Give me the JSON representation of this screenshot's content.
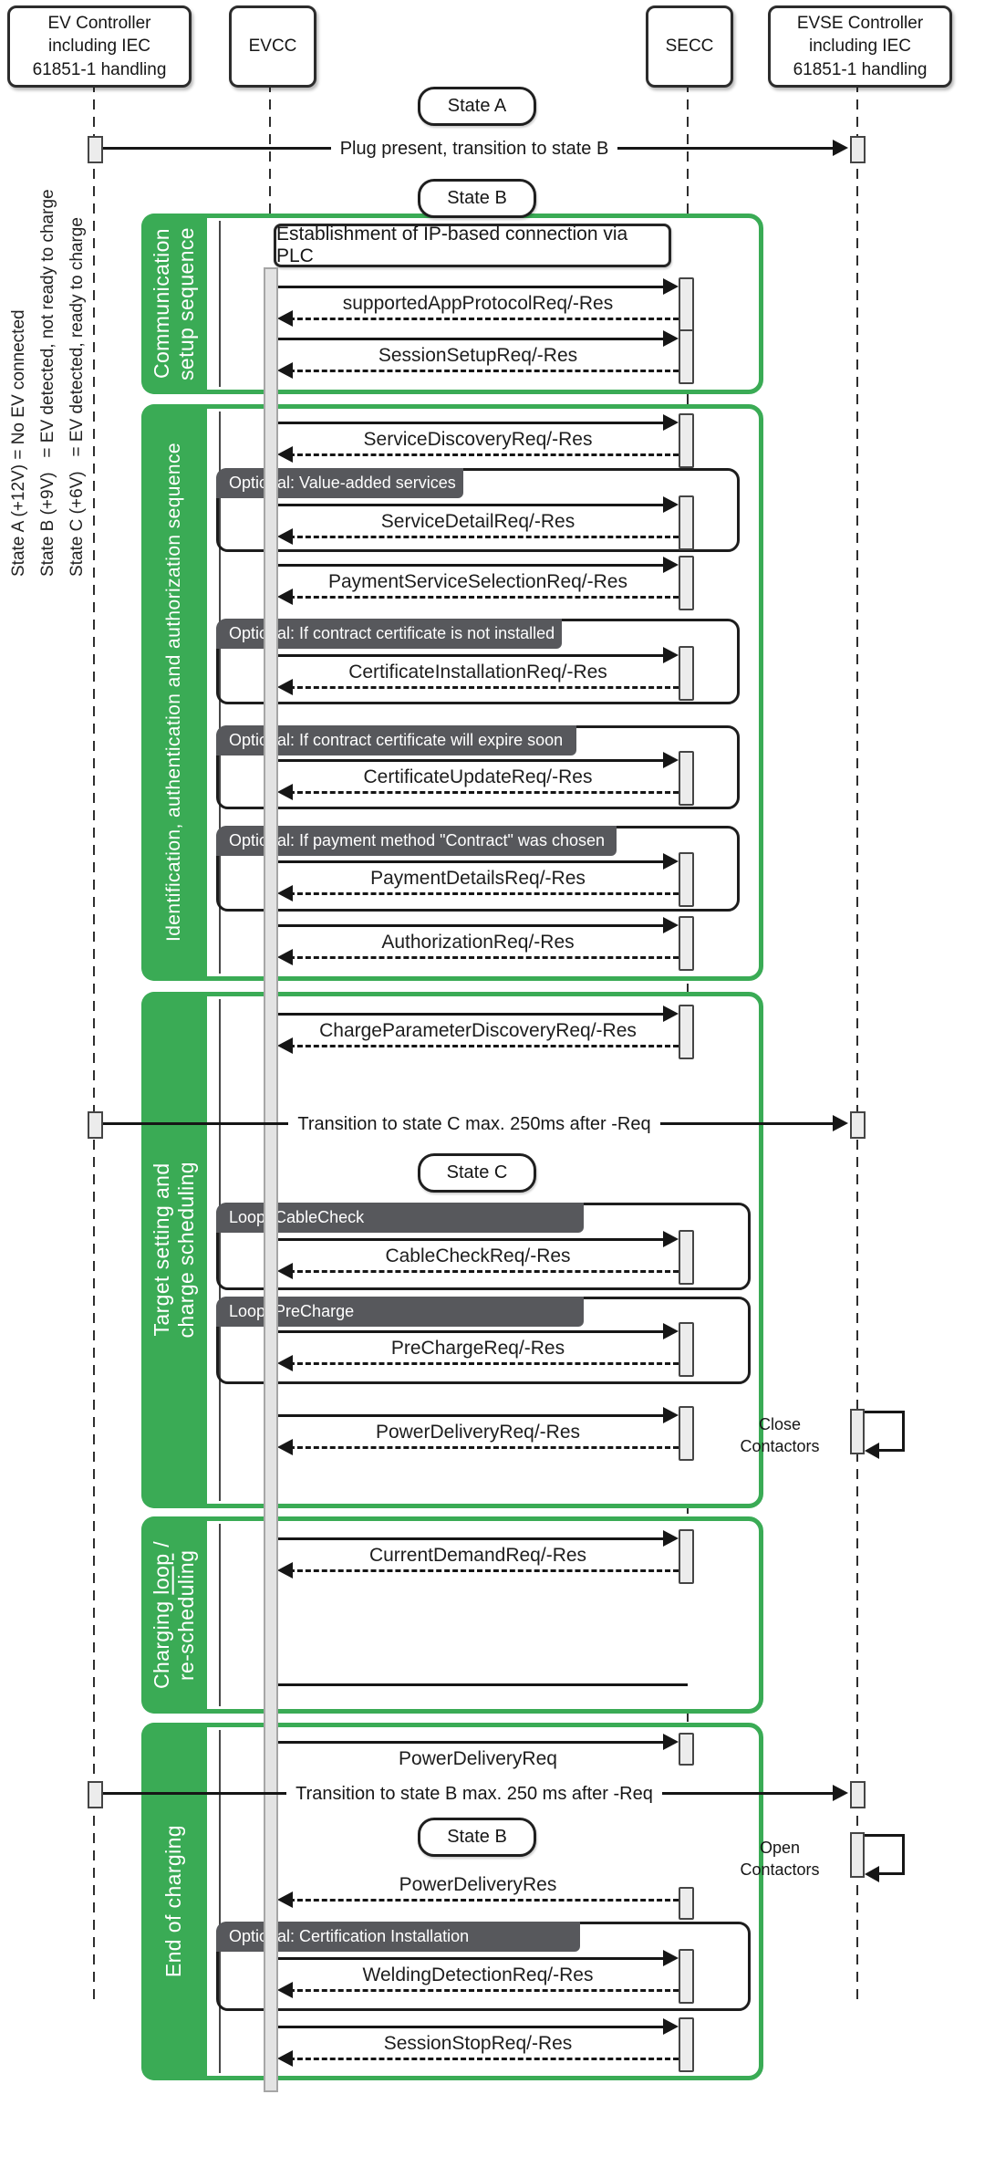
{
  "colors": {
    "accent_green": "#3aab55",
    "fragment_bar_gray": "#57585c"
  },
  "participants": {
    "ev": {
      "label": "EV Controller\nincluding IEC\n61851-1 handling"
    },
    "evcc": {
      "label": "EVCC"
    },
    "secc": {
      "label": "SECC"
    },
    "evse": {
      "label": "EVSE Controller\nincluding IEC\n61851-1 handling"
    }
  },
  "legend": {
    "line1": "State A (+12V) = No EV connected",
    "line2": "State B (+9V)   = EV detected, not ready to charge",
    "line3": "State C (+6V)   = EV detected, ready to charge"
  },
  "states": {
    "a": "State A",
    "b1": "State B",
    "c": "State C",
    "b2": "State B"
  },
  "transitions": {
    "plug": "Plug present, transition to state B",
    "to_c": "Transition to state C max. 250ms after -Req",
    "to_b": "Transition to state B max. 250 ms after -Req"
  },
  "note": {
    "ip": "Establishment of IP-based connection via PLC"
  },
  "sections": {
    "s1": {
      "title": "Communication\nsetup sequence"
    },
    "s2": {
      "title": "Identification, authentication and authorization sequence"
    },
    "s3": {
      "title": "Target setting and\ncharge scheduling"
    },
    "s4": {
      "title_pre": "Charging ",
      "title_u": "loop",
      "title_post": " /\nre-scheduling"
    },
    "s5": {
      "title": "End of charging"
    }
  },
  "fragments": {
    "value_added": "Optional: Value-added services",
    "cert_not_installed": "Optional: If contract certificate is not installed",
    "cert_expire": "Optional: If contract certificate will expire soon",
    "payment_contract": "Optional: If payment method \"Contract\" was chosen",
    "loop_cable_check": "Loop: CableCheck",
    "loop_pre_charge": "Loop: PreCharge",
    "cert_installation": "Optional: Certification Installation"
  },
  "messages": {
    "supported_app": "supportedAppProtocolReq/-Res",
    "session_setup": "SessionSetupReq/-Res",
    "service_discovery": "ServiceDiscoveryReq/-Res",
    "service_detail": "ServiceDetailReq/-Res",
    "payment_service_selection": "PaymentServiceSelectionReq/-Res",
    "certificate_installation": "CertificateInstallationReq/-Res",
    "certificate_update": "CertificateUpdateReq/-Res",
    "payment_details": "PaymentDetailsReq/-Res",
    "authorization": "AuthorizationReq/-Res",
    "charge_parameter_discovery": "ChargeParameterDiscoveryReq/-Res",
    "cable_check": "CableCheckReq/-Res",
    "pre_charge": "PreChargeReq/-Res",
    "power_delivery": "PowerDeliveryReq/-Res",
    "current_demand": "CurrentDemandReq/-Res",
    "power_delivery_req": "PowerDeliveryReq",
    "power_delivery_res": "PowerDeliveryRes",
    "welding_detection": "WeldingDetectionReq/-Res",
    "session_stop": "SessionStopReq/-Res"
  },
  "annotations": {
    "close_contactors": "Close\nContactors",
    "open_contactors": "Open\nContactors"
  }
}
